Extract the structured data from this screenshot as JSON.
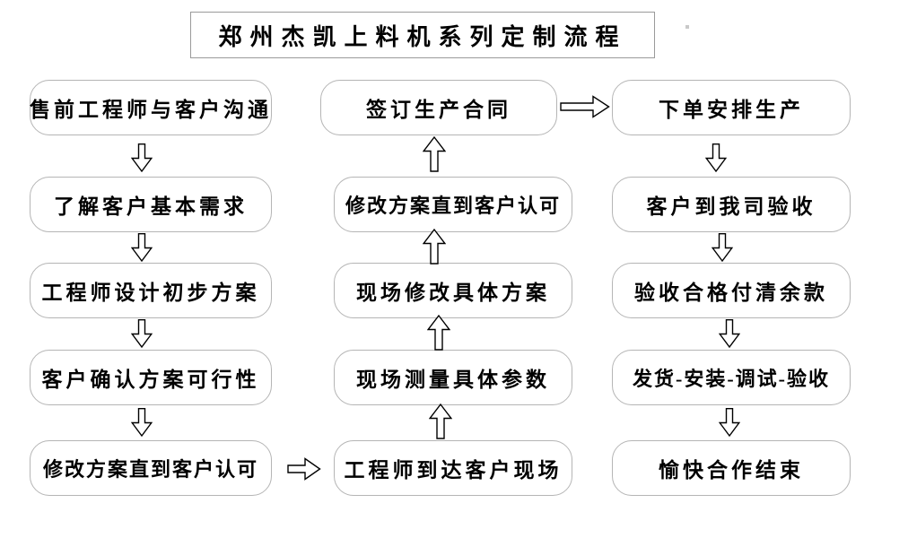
{
  "title": "郑州杰凯上料机系列定制流程",
  "left": [
    "售前工程师与客户沟通",
    "了解客户基本需求",
    "工程师设计初步方案",
    "客户确认方案可行性",
    "修改方案直到客户认可"
  ],
  "middle": [
    "签订生产合同",
    "修改方案直到客户认可",
    "现场修改具体方案",
    "现场测量具体参数",
    "工程师到达客户现场"
  ],
  "right": [
    "下单安排生产",
    "客户到我司验收",
    "验收合格付清余款",
    "发货-安装-调试-验收",
    "愉快合作结束"
  ],
  "flow_order": [
    "售前工程师与客户沟通",
    "了解客户基本需求",
    "工程师设计初步方案",
    "客户确认方案可行性",
    "修改方案直到客户认可",
    "工程师到达客户现场",
    "现场测量具体参数",
    "现场修改具体方案",
    "修改方案直到客户认可",
    "签订生产合同",
    "下单安排生产",
    "客户到我司验收",
    "验收合格付清余款",
    "发货-安装-调试-验收",
    "愉快合作结束"
  ],
  "arrow_directions": {
    "left_column": "down",
    "middle_column": "up",
    "right_column": "down",
    "left_to_middle": "right",
    "middle_to_right": "right"
  },
  "colors": {
    "background": "#ffffff",
    "box_border": "#b5b5b5",
    "title_border": "#9a9a9a",
    "arrow_outline": "#000000",
    "text": "#000000"
  }
}
